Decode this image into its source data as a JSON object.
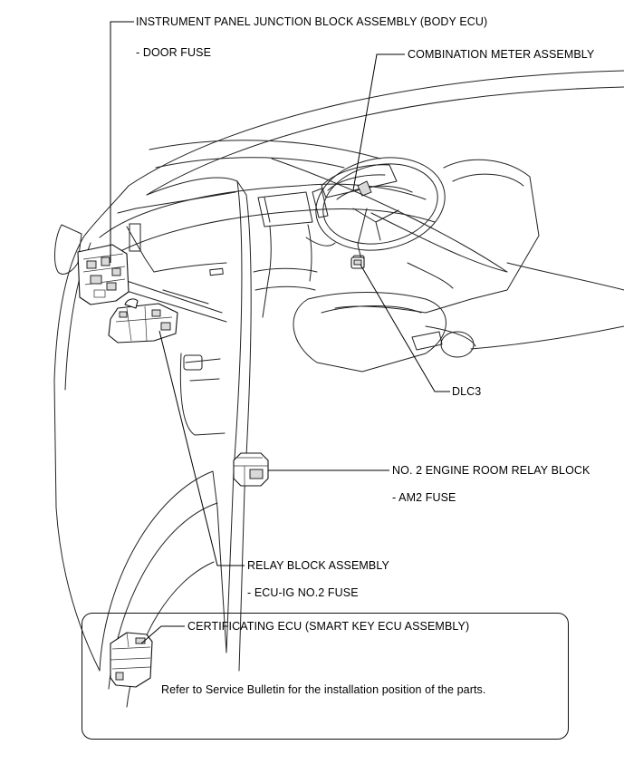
{
  "labels": {
    "junction_block": "INSTRUMENT PANEL JUNCTION BLOCK ASSEMBLY (BODY ECU)",
    "door_fuse": "- DOOR FUSE",
    "combination_meter": "COMBINATION METER ASSEMBLY",
    "dlc3": "DLC3",
    "engine_room_relay": "NO. 2 ENGINE ROOM RELAY BLOCK",
    "am2_fuse": "- AM2 FUSE",
    "relay_block": "RELAY BLOCK ASSEMBLY",
    "ecu_ig_fuse": "- ECU-IG NO.2 FUSE",
    "certificating_ecu": "CERTIFICATING ECU (SMART KEY ECU ASSEMBLY)",
    "note": "Refer to Service Bulletin for the installation position of the parts."
  }
}
